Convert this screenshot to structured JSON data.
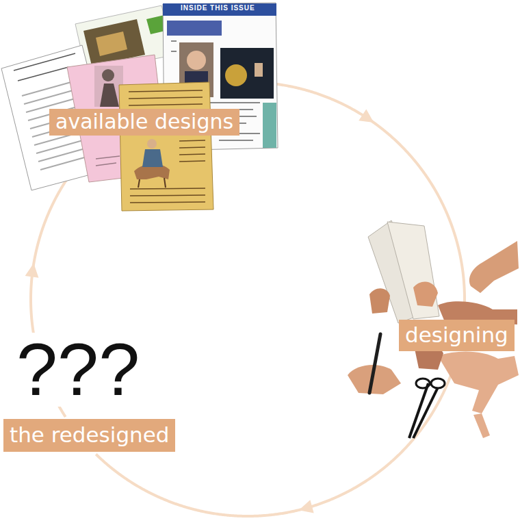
{
  "diagram": {
    "nodes": [
      {
        "text": [
          "available designs"
        ]
      },
      {
        "text": [
          "designing"
        ]
      },
      {
        "text": [
          "the redesigned"
        ]
      }
    ],
    "edges": [
      {
        "from": 0,
        "to": 1,
        "arrow": "to"
      },
      {
        "from": 1,
        "to": 2,
        "arrow": "to"
      },
      {
        "from": 2,
        "to": 0,
        "arrow": "to"
      }
    ],
    "labels": [
      "???",
      "INSIDE THIS ISSUE"
    ]
  }
}
